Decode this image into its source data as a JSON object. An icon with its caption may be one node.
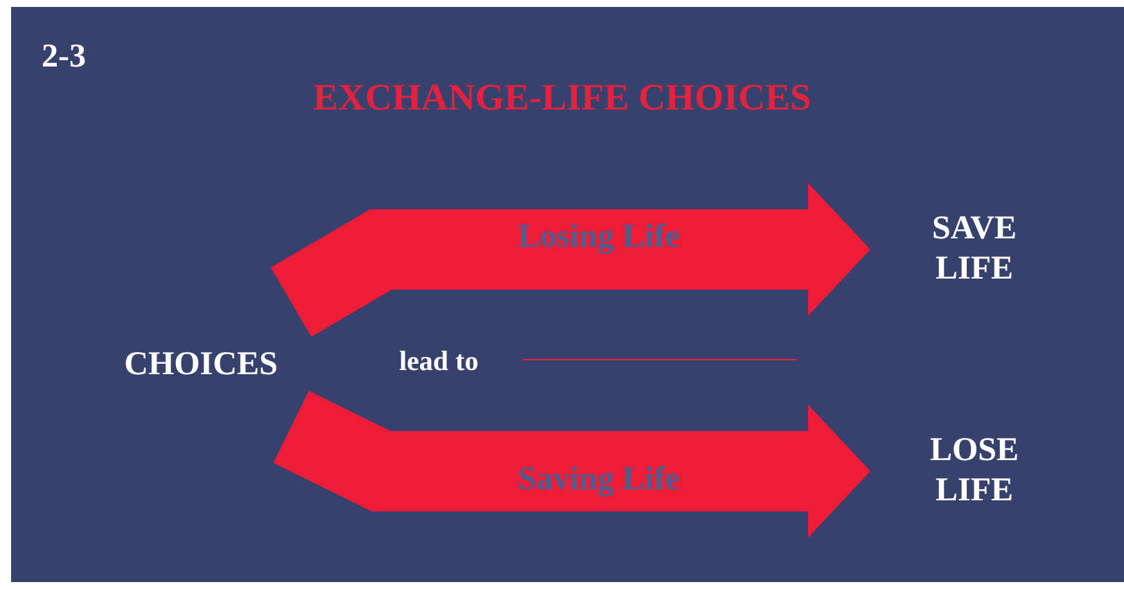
{
  "diagram": {
    "title": "EXCHANGE-LIFE CHOICES",
    "nodes": [
      {
        "text": [
          "CHOICES"
        ]
      },
      {
        "text": [
          "SAVE LIFE"
        ]
      },
      {
        "text": [
          "LOSE LIFE"
        ]
      }
    ],
    "edges": [
      {
        "from": 0,
        "to": 1,
        "arrow": "to",
        "label": "Losing Life"
      },
      {
        "from": 0,
        "to": 2,
        "arrow": "to",
        "label": "Saving Life"
      }
    ],
    "labels": [
      "2-3",
      "lead to"
    ]
  }
}
